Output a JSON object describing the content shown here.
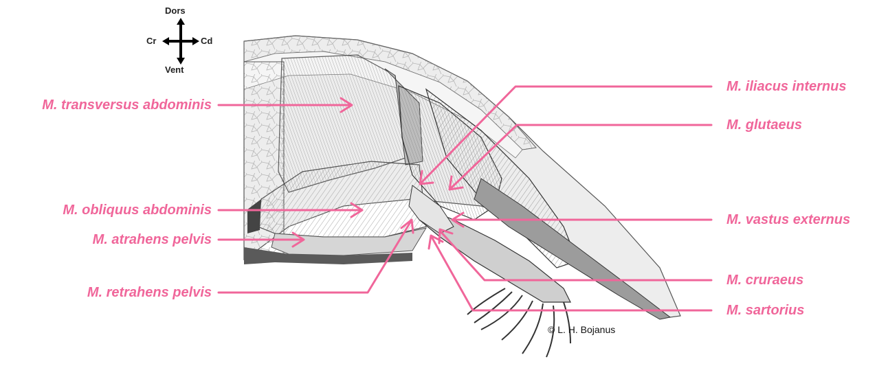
{
  "compass": {
    "dorsal": "Dors",
    "ventral": "Vent",
    "cranial": "Cr",
    "caudal": "Cd"
  },
  "accent_color": "#f0669a",
  "labels": {
    "transversus": "M. transversus abdominis",
    "obliquus": "M. obliquus abdominis",
    "atrahens": "M. atrahens pelvis",
    "retrahens": "M. retrahens pelvis",
    "iliacus": "M. iliacus internus",
    "glutaeus": "M. glutaeus",
    "vastus": "M. vastus externus",
    "cruraeus": "M. cruraeus",
    "sartorius": "M. sartorius"
  },
  "copyright": "© L. H. Bojanus"
}
